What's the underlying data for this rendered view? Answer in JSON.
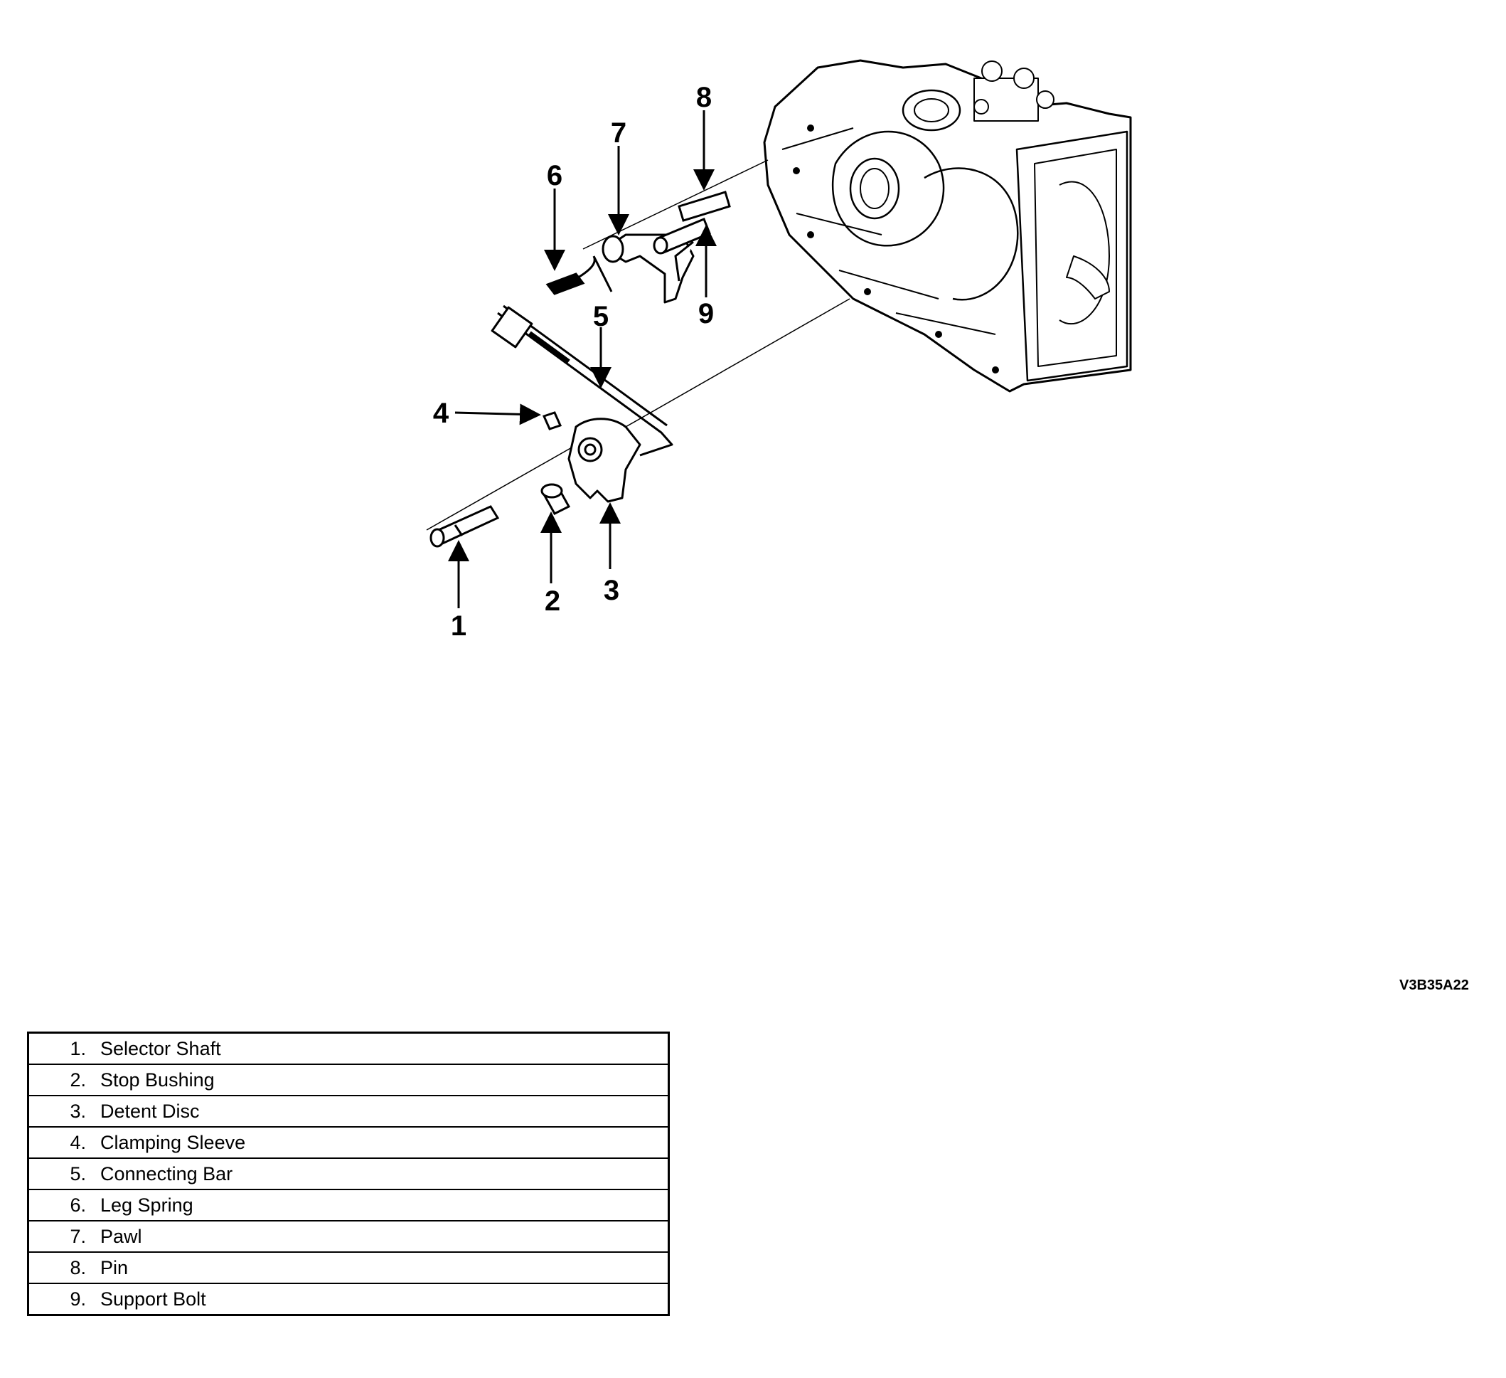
{
  "figure_id": "V3B35A22",
  "callouts": [
    "1",
    "2",
    "3",
    "4",
    "5",
    "6",
    "7",
    "8",
    "9"
  ],
  "legend": [
    {
      "num": "1.",
      "label": "Selector Shaft"
    },
    {
      "num": "2.",
      "label": "Stop Bushing"
    },
    {
      "num": "3.",
      "label": "Detent Disc"
    },
    {
      "num": "4.",
      "label": "Clamping Sleeve"
    },
    {
      "num": "5.",
      "label": "Connecting Bar"
    },
    {
      "num": "6.",
      "label": "Leg Spring"
    },
    {
      "num": "7.",
      "label": "Pawl"
    },
    {
      "num": "8.",
      "label": "Pin"
    },
    {
      "num": "9.",
      "label": "Support Bolt"
    }
  ]
}
